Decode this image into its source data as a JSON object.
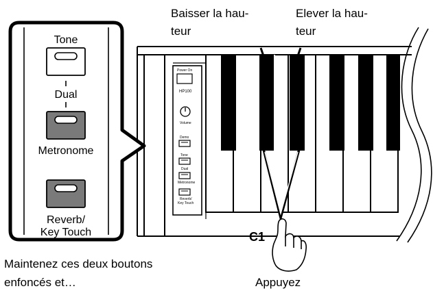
{
  "callout_panel": {
    "tone_label": "Tone",
    "dual_label": "Dual",
    "metronome_label": "Metronome",
    "reverb_label_line1": "Reverb/",
    "reverb_label_line2": "Key Touch"
  },
  "piano_panel": {
    "power_label": "Power On",
    "model_label": "HP100",
    "volume_label": "Volume",
    "demo_label": "Demo",
    "tone_label": "Tone",
    "dual_label": "Dual",
    "metronome_label": "Metronome",
    "reverb_label_line1": "Reverb/",
    "reverb_label_line2": "Key Touch"
  },
  "annotations": {
    "lower_pitch_line1": "Baisser la hau-",
    "lower_pitch_line2": "teur",
    "raise_pitch_line1": "Elever la hau-",
    "raise_pitch_line2": "teur",
    "key_label": "C1",
    "hold_caption_line1": "Maintenez ces deux boutons",
    "hold_caption_line2": "enfoncés et…",
    "press_caption": "Appuyez"
  },
  "colors": {
    "outline": "#000000",
    "pressed_button": "#7a7a7a",
    "background": "#ffffff"
  }
}
